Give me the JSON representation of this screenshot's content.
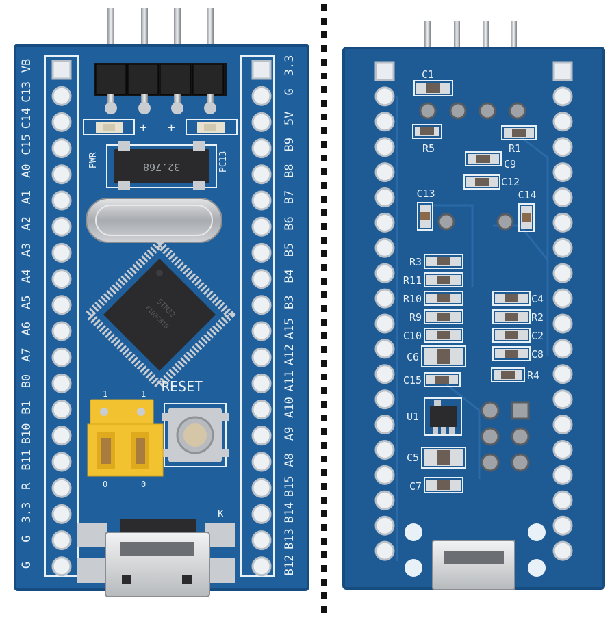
{
  "scene": {
    "left_board": {
      "left_column_labels": [
        "G",
        "G",
        "3.3",
        "R",
        "B11",
        "B10",
        "B1",
        "B0",
        "A7",
        "A6",
        "A5",
        "A4",
        "A3",
        "A2",
        "A1",
        "A0",
        "C15",
        "C14",
        "C13",
        "VB"
      ],
      "right_column_labels": [
        "B12",
        "B13",
        "B14",
        "B15",
        "A8",
        "A9",
        "A10",
        "A11",
        "A12",
        "A15",
        "B3",
        "B4",
        "B5",
        "B6",
        "B7",
        "B8",
        "B9",
        "5V",
        "G",
        "3.3"
      ],
      "reset_label": "RESET",
      "pwr_label": "PWR",
      "pc13_label": "PC13",
      "crystal_marking": "32.768",
      "k_label": "K",
      "plus_signs": [
        "+",
        "+"
      ],
      "jumper_labels": [
        "1",
        "1",
        "0",
        "0"
      ]
    },
    "right_board": {
      "component_labels": {
        "c1": "C1",
        "r5": "R5",
        "r1": "R1",
        "c9": "C9",
        "c12": "C12",
        "c13": "C13",
        "c14": "C14",
        "r3": "R3",
        "r11": "R11",
        "r10": "R10",
        "r9": "R9",
        "c10": "C10",
        "c6": "C6",
        "c15": "C15",
        "u1": "U1",
        "c5": "C5",
        "c7": "C7",
        "c4": "C4",
        "r2": "R2",
        "c2": "C2",
        "c8": "C8",
        "r4": "R4"
      }
    },
    "colors": {
      "pcb_blue": "#1f5f9c",
      "pcb_edge": "#174c80",
      "silkscreen": "#e9f1f8",
      "pin_silver": "#c9ccd0",
      "jumper_yellow": "#f2c230",
      "chip_black": "#2b2b2e"
    }
  }
}
